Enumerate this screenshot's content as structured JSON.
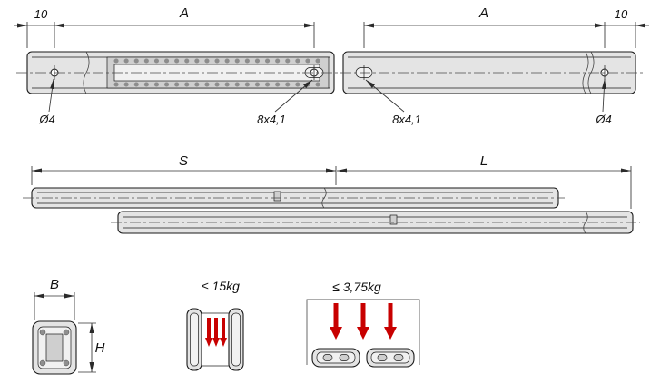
{
  "top_view": {
    "dim_offset_left": "10",
    "dim_length_left": "A",
    "dim_length_right": "A",
    "dim_offset_right": "10",
    "hole_label_left": "Ø4",
    "slot_label_left": "8x4,1",
    "slot_label_right": "8x4,1",
    "hole_label_right": "Ø4"
  },
  "extended_view": {
    "dim_closed_length": "S",
    "dim_extension": "L"
  },
  "section_view": {
    "dim_width": "B",
    "dim_height": "H"
  },
  "load_diagrams": {
    "vertical_mount_capacity": "≤ 15kg",
    "flat_mount_capacity": "≤ 3,75kg"
  },
  "colors": {
    "line": "#1a1a1a",
    "dim_line": "#333333",
    "rail_fill": "#e4e4e4",
    "rail_inner_fill": "#cfcfcf",
    "load_arrow_red": "#c80000"
  }
}
